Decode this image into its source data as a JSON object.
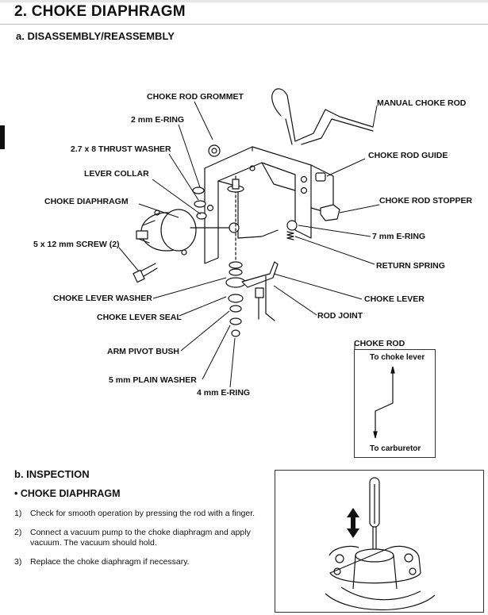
{
  "section_title": "2.  CHOKE DIAPHRAGM",
  "subsection_a": "a. DISASSEMBLY/REASSEMBLY",
  "labels": {
    "choke_rod_grommet": "CHOKE ROD GROMMET",
    "e_ring_2mm": "2 mm E-RING",
    "thrust_washer": "2.7 x 8 THRUST WASHER",
    "lever_collar": "LEVER COLLAR",
    "choke_diaphragm": "CHOKE DIAPHRAGM",
    "screw": "5 x 12 mm SCREW (2)",
    "choke_lever_washer": "CHOKE LEVER WASHER",
    "choke_lever_seal": "CHOKE LEVER SEAL",
    "arm_pivot_bush": "ARM PIVOT BUSH",
    "plain_washer": "5 mm PLAIN WASHER",
    "e_ring_4mm": "4 mm E-RING",
    "manual_choke_rod": "MANUAL CHOKE ROD",
    "choke_rod_guide": "CHOKE ROD GUIDE",
    "choke_rod_stopper": "CHOKE ROD STOPPER",
    "e_ring_7mm": "7 mm E-RING",
    "return_spring": "RETURN SPRING",
    "choke_lever": "CHOKE LEVER",
    "rod_joint": "ROD JOINT",
    "choke_rod": "CHOKE ROD"
  },
  "rod_inset": {
    "top": "To choke lever",
    "bottom": "To carburetor"
  },
  "inspection": {
    "heading": "b. INSPECTION",
    "subheading": "•  CHOKE DIAPHRAGM",
    "steps": [
      {
        "num": "1)",
        "text": "Check for smooth operation by pressing the rod with a finger."
      },
      {
        "num": "2)",
        "text": "Connect a vacuum pump to the choke diaphragm and apply vacuum. The vacuum should hold."
      },
      {
        "num": "3)",
        "text": "Replace the choke diaphragm if necessary."
      }
    ]
  }
}
